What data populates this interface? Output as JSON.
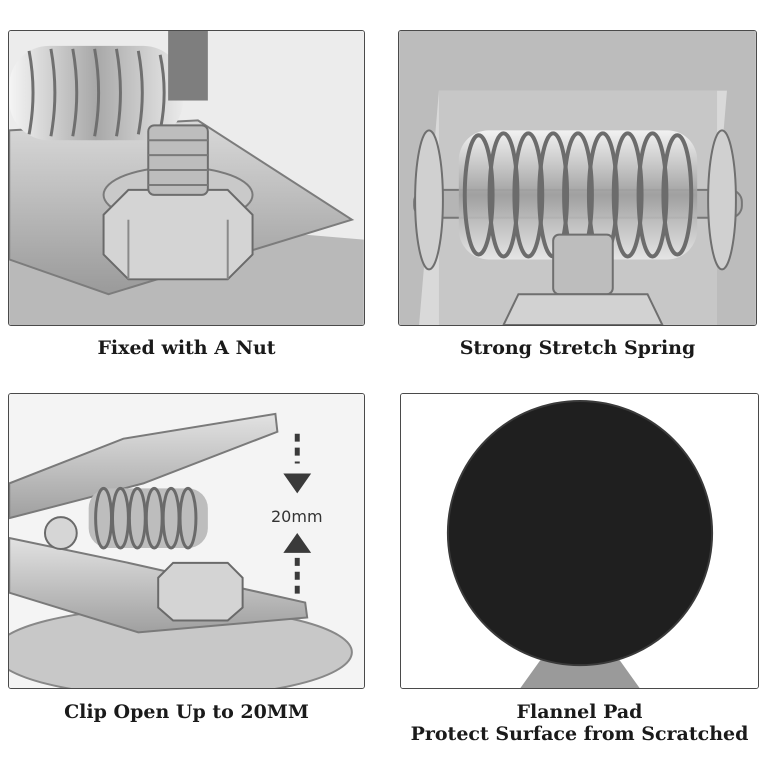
{
  "panels": [
    {
      "caption": "Fixed with A Nut"
    },
    {
      "caption": "Strong Stretch Spring"
    },
    {
      "caption": "Clip Open Up to 20MM",
      "measurement_label": "20mm"
    },
    {
      "caption_line1": "Flannel Pad",
      "caption_line2": "Protect Surface from Scratched"
    }
  ],
  "colors": {
    "border": "#4a4a4a",
    "metal_light": "#e6e6e6",
    "metal_dark": "#8a8a8a",
    "pad": "#1f1f1f",
    "arrow": "#3a3a3a"
  }
}
